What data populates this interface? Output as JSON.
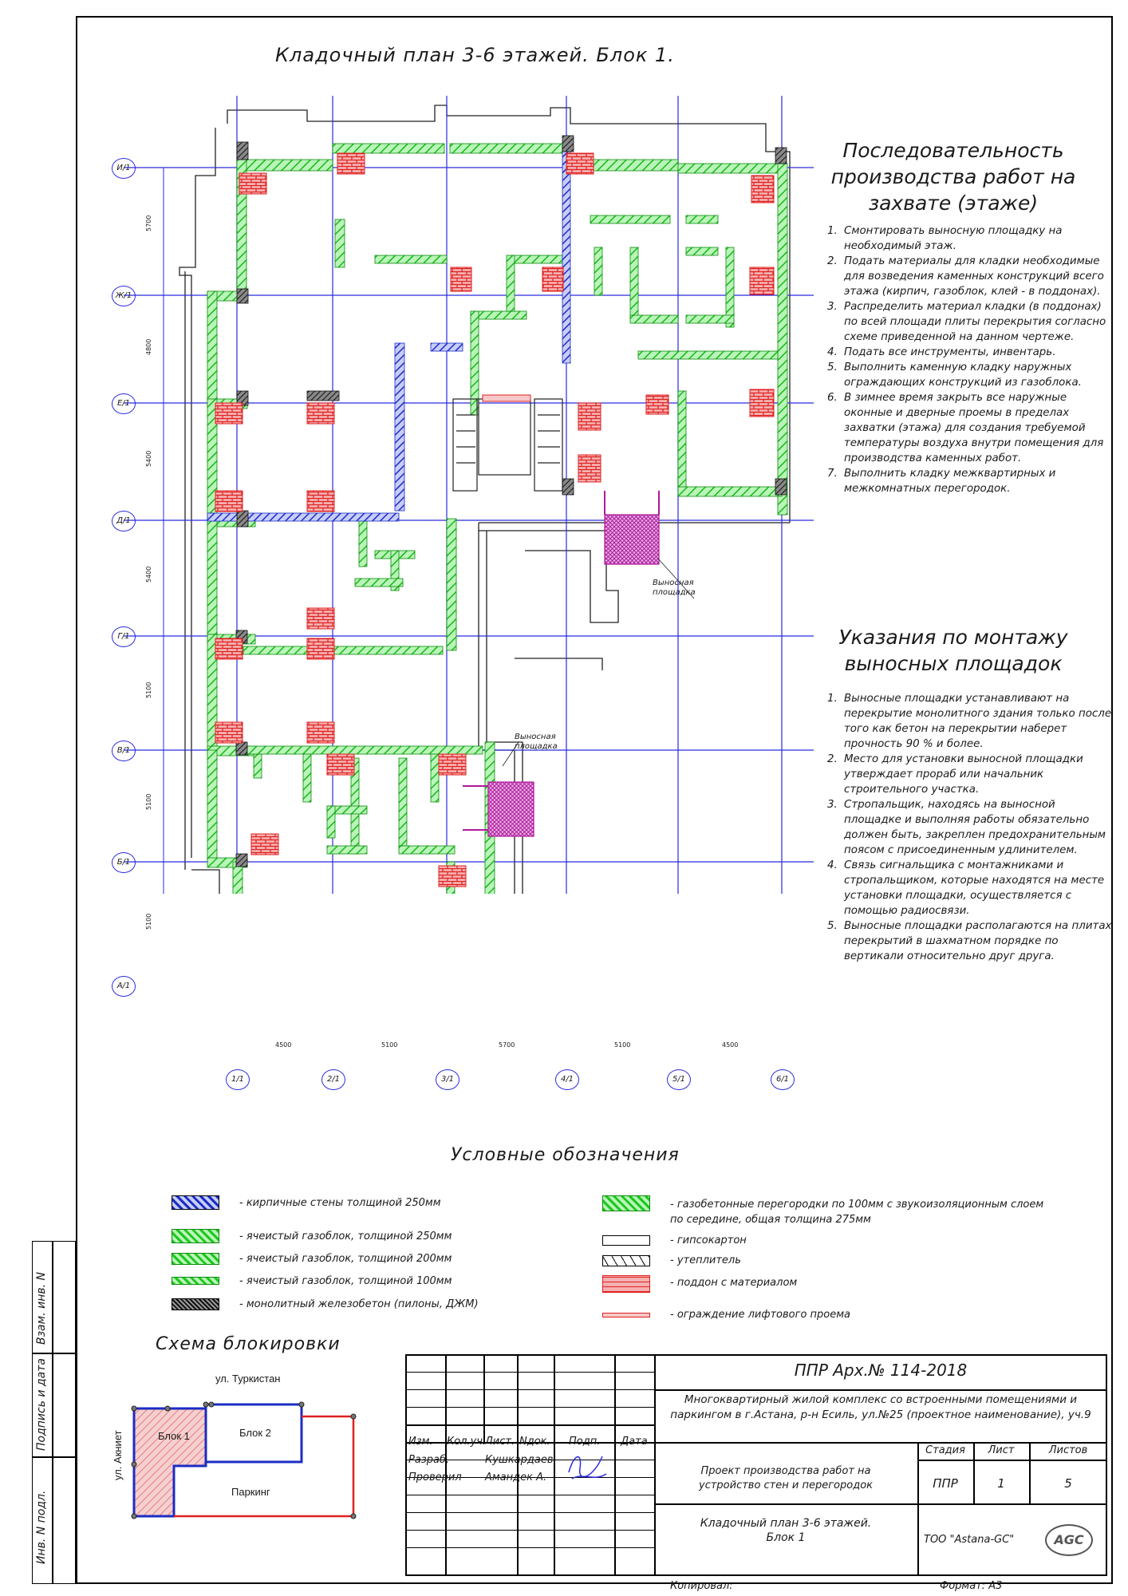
{
  "plan_title": "Кладочный план 3-6 этажей. Блок 1.",
  "axes": {
    "rows": [
      "И/1",
      "Ж/1",
      "Е/1",
      "Д/1",
      "Г/1",
      "В/1",
      "Б/1",
      "А/1"
    ],
    "row_dims": [
      "5700",
      "4800",
      "5400",
      "5400",
      "5100",
      "5100",
      "5100"
    ],
    "cols": [
      "1/1",
      "2/1",
      "3/1",
      "4/1",
      "5/1",
      "6/1"
    ],
    "col_dims": [
      "4500",
      "5100",
      "5700",
      "5100",
      "4500"
    ]
  },
  "platform_labels": [
    "Выносная площадка",
    "Выносная площадка"
  ],
  "sequence": {
    "heading_lines": [
      "Последовательность",
      "производства работ на",
      "захвате (этаже)"
    ],
    "items": [
      "Смонтировать выносную площадку на необходимый этаж.",
      "Подать материалы для кладки необходимые для возведения каменных конструкций всего этажа (кирпич, газоблок, клей - в поддонах).",
      "Распределить материал кладки (в поддонах) по всей площади плиты перекрытия согласно схеме приведенной на данном чертеже.",
      "Подать все инструменты, инвентарь.",
      "Выполнить каменную кладку наружных ограждающих конструкций из газоблока.",
      "В зимнее время закрыть все наружные оконные и дверные проемы в пределах захватки (этажа) для создания требуемой температуры воздуха внутри помещения для производства каменных работ.",
      "Выполнить кладку межквартирных и межкомнатных перегородок."
    ]
  },
  "mounting": {
    "heading_lines": [
      "Указания по монтажу",
      "выносных площадок"
    ],
    "items": [
      "Выносные площадки устанавливают на перекрытие монолитного здания только после того как бетон на перекрытии наберет прочность 90 % и более.",
      "Место для установки выносной площадки утверждает прораб или начальник строительного участка.",
      "Стропальщик, находясь на выносной площадке и выполняя работы обязательно должен быть, закреплен предохранительным поясом с присоединенным удлинителем.",
      "Связь сигнальщика с монтажниками и стропальщиком, которые находятся на месте установки площадки, осуществляется с помощью радиосвязи.",
      "Выносные площадки располагаются на плитах перекрытий в шахматном порядке по вертикали относительно друг друга."
    ]
  },
  "legend": {
    "heading": "Условные обозначения",
    "left": [
      {
        "label": "- кирпичные стены толщиной 250мм",
        "color": "#1b2cc4"
      },
      {
        "label": "- ячеистый газоблок, толщиной 250мм",
        "color": "#1ec81e"
      },
      {
        "label": "- ячеистый газоблок, толщиной 200мм",
        "color": "#1ec81e"
      },
      {
        "label": "- ячеистый газоблок, толщиной 100мм",
        "color": "#1ec81e"
      },
      {
        "label": "- монолитный железобетон (пилоны, ДЖМ)",
        "color": "#333333"
      }
    ],
    "right": [
      {
        "label": "- газобетонные перегородки по 100мм с звукоизоляционным слоем по середине, общая толщина 275мм",
        "color": "#1ec81e"
      },
      {
        "label": "- гипсокартон",
        "color": "#000000"
      },
      {
        "label": "- утеплитель",
        "color": "#000000"
      },
      {
        "label": "- поддон с материалом",
        "color": "#e02020"
      },
      {
        "label": "- ограждение лифтового проема",
        "color": "#e02020"
      }
    ]
  },
  "scheme": {
    "heading": "Схема блокировки",
    "street_top": "ул. Туркистан",
    "street_left": "ул. Акниет",
    "block1": "Блок 1",
    "block2": "Блок 2",
    "parking": "Паркинг"
  },
  "stamp_side": [
    "Взам. инв. N",
    "Подпись и дата",
    "Инв. N подл."
  ],
  "title_block": {
    "doc_code": "ППР Арх.№ 114-2018",
    "project": "Многоквартирный жилой комплекс со встроенными помещениями и паркингом в г.Астана, р-н Есиль, ул.№25 (проектное наименование), уч.9",
    "headers": [
      "Изм.",
      "Кол.уч.",
      "Лист.",
      "Nдок.",
      "Подп.",
      "Дата"
    ],
    "role1": "Разраб.",
    "name1": "Кушкардаев",
    "role2": "Проверил",
    "name2": "Амандек А.",
    "work": "Проект производства работ на устройство стен и перегородок",
    "sheet_title": "Кладочный план 3-6 этажей. Блок 1",
    "stage_label": "Стадия",
    "sheet_label": "Лист",
    "sheets_label": "Листов",
    "stage": "ППР",
    "sheet": "1",
    "sheets": "5",
    "company": "ТОО \"Astana-GC\"",
    "logo": "AGC",
    "copied": "Копировал:",
    "format": "Формат: А3"
  }
}
